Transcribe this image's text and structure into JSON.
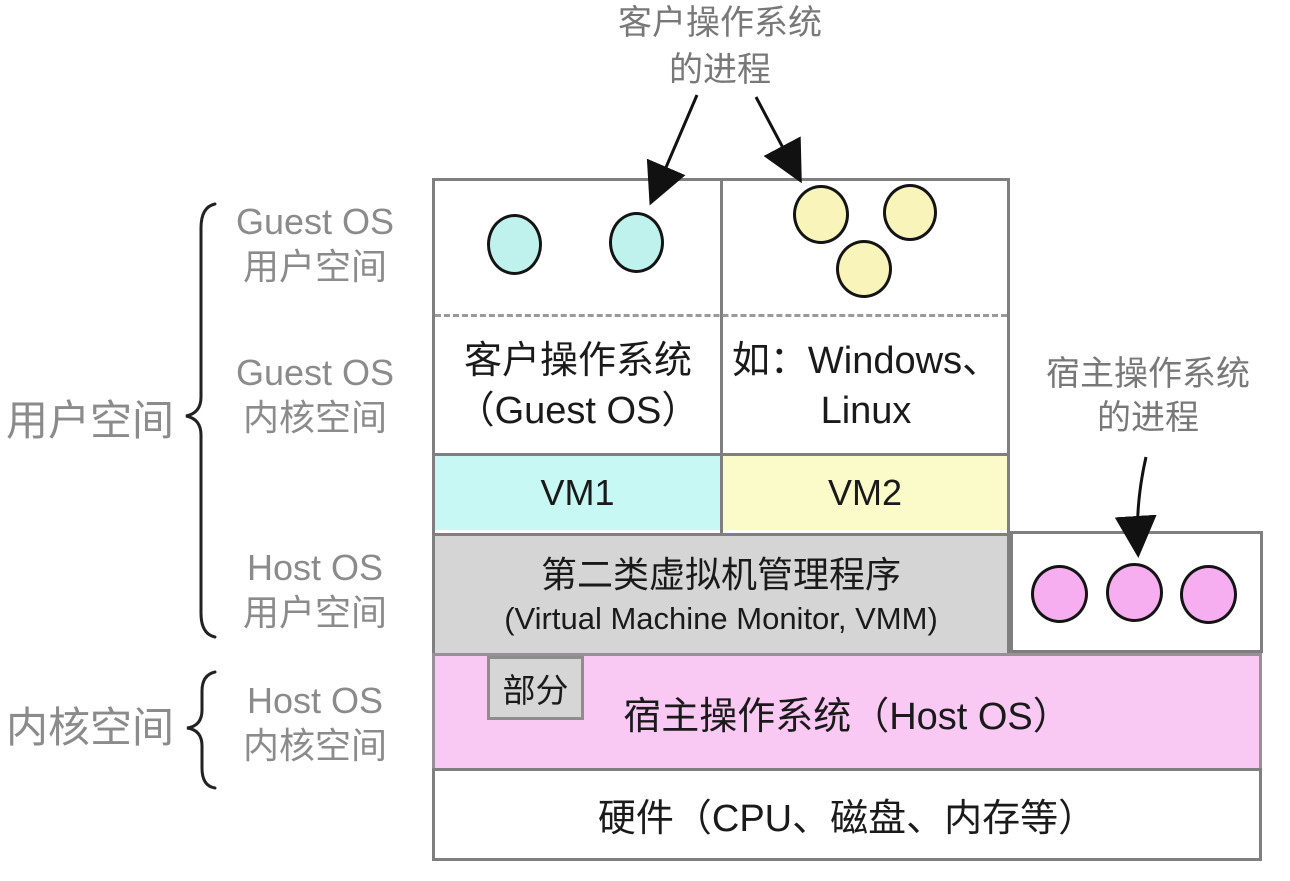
{
  "annotations": {
    "guest_process_line1": "客户操作系统",
    "guest_process_line2": "的进程",
    "host_process_line1": "宿主操作系统",
    "host_process_line2": "的进程"
  },
  "side_labels": {
    "user_space": "用户空间",
    "kernel_space": "内核空间",
    "guest_user_line1": "Guest OS",
    "guest_user_line2": "用户空间",
    "guest_kernel_line1": "Guest OS",
    "guest_kernel_line2": "内核空间",
    "host_user_line1": "Host OS",
    "host_user_line2": "用户空间",
    "host_kernel_line1": "Host OS",
    "host_kernel_line2": "内核空间"
  },
  "diagram": {
    "guest_os_line1": "客户操作系统",
    "guest_os_line2": "（Guest OS）",
    "examples_line1": "如：Windows、",
    "examples_line2": "Linux",
    "vm1_label": "VM1",
    "vm2_label": "VM2",
    "vmm_line1": "第二类虚拟机管理程序",
    "vmm_line2": "(Virtual Machine Monitor, VMM)",
    "partial_label": "部分",
    "host_os_label": "宿主操作系统（Host OS）",
    "hardware_label": "硬件（CPU、磁盘、内存等）",
    "process_counts": {
      "guest_vm1": 2,
      "guest_vm2": 3,
      "host": 3
    }
  },
  "colors": {
    "cyan_circle": "#bff2ec",
    "yellow_circle": "#f8f4ba",
    "pink_circle": "#f6aef1",
    "vm1_bg": "#c8f8f4",
    "vm2_bg": "#fbfac9",
    "vmm_bg": "#d5d5d5",
    "host_bg": "#f9c9f4",
    "partial_bg": "#d6d6d6",
    "border_gray": "#7f7f7f",
    "label_gray": "#8b8b8b",
    "annotation_gray": "#787878"
  }
}
